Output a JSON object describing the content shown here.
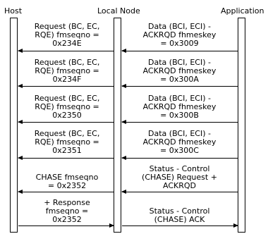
{
  "headers": {
    "host": "Host",
    "local_node": "Local Node",
    "application": "Application"
  },
  "messages": [
    {
      "left": [
        "Request (BC, EC,",
        "RQE) fmseqno =",
        "0x234E"
      ],
      "right": [
        "Data (BCI, ECI) -",
        "ACKRQD fhmeskey",
        "= 0x3009"
      ]
    },
    {
      "left": [
        "Request (BC, EC,",
        "RQE) fmseqno =",
        "0x234F"
      ],
      "right": [
        "Data (BCI, ECI) -",
        "ACKRQD fhmeskey",
        "= 0x300A"
      ]
    },
    {
      "left": [
        "Request (BC, EC,",
        "RQE) fmseqno =",
        "0x2350"
      ],
      "right": [
        "Data (BCI, ECI) -",
        "ACKRQD fhmeskey",
        "= 0x300B"
      ]
    },
    {
      "left": [
        "Request (BC, EC,",
        "RQE) fmseqno =",
        "0x2351"
      ],
      "right": [
        "Data (BCI, ECI) -",
        "ACKRQD fhmeskey",
        "= 0x300C"
      ]
    },
    {
      "left": [
        "CHASE fmseqno",
        "= 0x2352"
      ],
      "right": [
        "Status - Control",
        "(CHASE) Request +",
        "ACKRQD"
      ]
    },
    {
      "left": [
        "+ Response",
        "fmseqno =",
        "0x2352"
      ],
      "right": [
        "Status - Control",
        "(CHASE) ACK"
      ]
    }
  ]
}
